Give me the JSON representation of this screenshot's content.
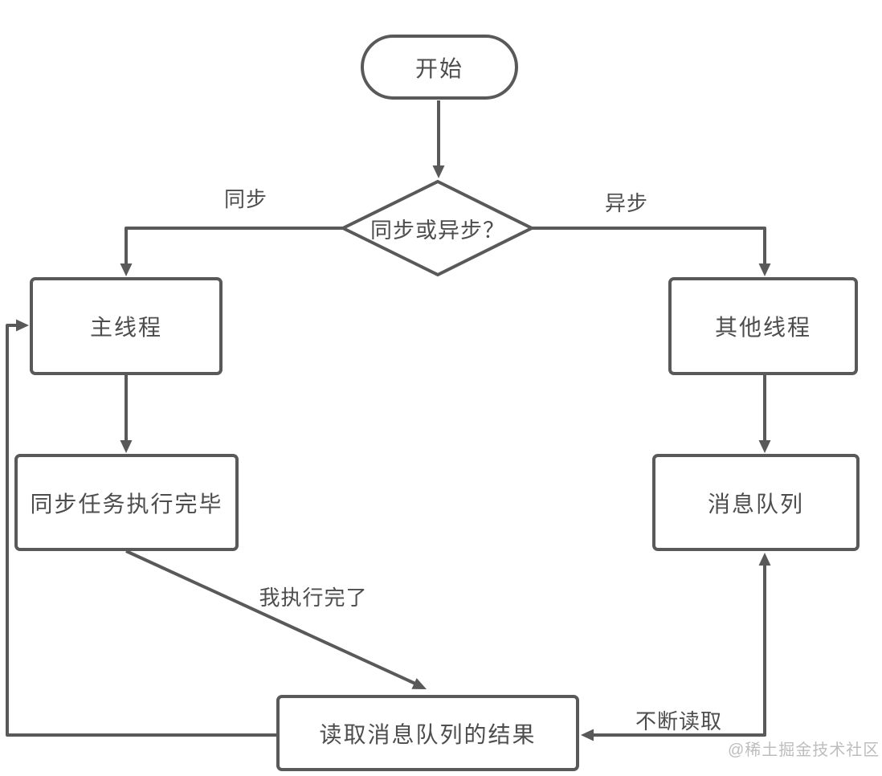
{
  "diagram": {
    "nodes": {
      "start": {
        "label": "开始",
        "shape": "stadium"
      },
      "decision": {
        "label": "同步或异步？",
        "shape": "diamond"
      },
      "main_thread": {
        "label": "主线程",
        "shape": "rect"
      },
      "other_thread": {
        "label": "其他线程",
        "shape": "rect"
      },
      "sync_done": {
        "label": "同步任务执行完毕",
        "shape": "rect"
      },
      "message_queue": {
        "label": "消息队列",
        "shape": "rect"
      },
      "read_result": {
        "label": "读取消息队列的结果",
        "shape": "rect"
      }
    },
    "edge_labels": {
      "sync_branch": "同步",
      "async_branch": "异步",
      "done_note": "我执行完了",
      "keep_reading": "不断读取"
    },
    "edges": [
      {
        "from": "start",
        "to": "decision"
      },
      {
        "from": "decision",
        "to": "main_thread",
        "label": "同步"
      },
      {
        "from": "decision",
        "to": "other_thread",
        "label": "异步"
      },
      {
        "from": "main_thread",
        "to": "sync_done"
      },
      {
        "from": "other_thread",
        "to": "message_queue"
      },
      {
        "from": "sync_done",
        "to": "read_result",
        "label": "我执行完了"
      },
      {
        "from": "read_result",
        "to": "message_queue",
        "label": "不断读取",
        "bidirectional": true
      },
      {
        "from": "read_result",
        "to": "main_thread",
        "note": "loop-back"
      }
    ],
    "watermark": "@稀土掘金技术社区",
    "colors": {
      "line": "#595959",
      "text": "#4d4d4d",
      "watermark": "#bdbdbd",
      "background": "#ffffff"
    }
  }
}
